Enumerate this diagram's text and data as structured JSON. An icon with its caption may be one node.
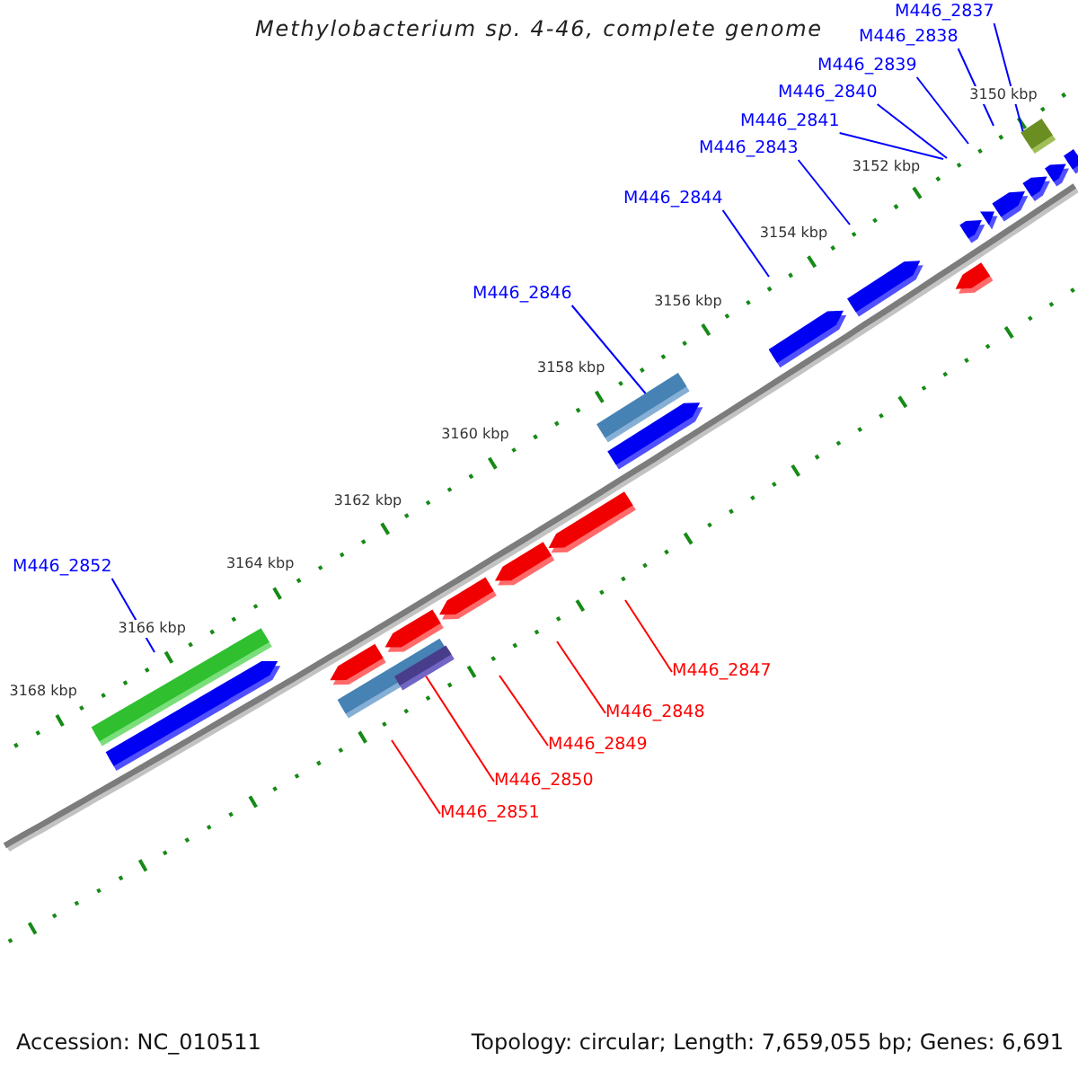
{
  "diagram": {
    "title": "Methylobacterium sp. 4-46, complete genome",
    "nodes": [
      {
        "text": [
          "M446_2837"
        ]
      },
      {
        "text": [
          "M446_2838"
        ]
      },
      {
        "text": [
          "M446_2839"
        ]
      },
      {
        "text": [
          "M446_2840"
        ]
      },
      {
        "text": [
          "M446_2841"
        ]
      },
      {
        "text": [
          "M446_2843"
        ]
      },
      {
        "text": [
          "M446_2844"
        ]
      },
      {
        "text": [
          "M446_2846"
        ]
      },
      {
        "text": [
          "M446_2852"
        ]
      },
      {
        "text": [
          "M446_2847"
        ]
      },
      {
        "text": [
          "M446_2848"
        ]
      },
      {
        "text": [
          "M446_2849"
        ]
      },
      {
        "text": [
          "M446_2850"
        ]
      },
      {
        "text": [
          "M446_2851"
        ]
      },
      {
        "text": [],
        "shape": "bar"
      },
      {
        "text": [],
        "shape": "bar"
      },
      {
        "text": [],
        "shape": "pentagon"
      },
      {
        "text": [],
        "shape": "pentagon"
      },
      {
        "text": [],
        "shape": "pentagon"
      },
      {
        "text": [],
        "shape": "pentagon"
      },
      {
        "text": [],
        "shape": "pentagon"
      },
      {
        "text": [],
        "shape": "pentagon"
      },
      {
        "text": [],
        "shape": "pentagon"
      },
      {
        "text": [],
        "shape": "pentagon"
      },
      {
        "text": [],
        "shape": "bar"
      },
      {
        "text": [],
        "shape": "pentagon"
      },
      {
        "text": [],
        "shape": "pentagon"
      },
      {
        "text": [],
        "shape": "pentagon"
      },
      {
        "text": [],
        "shape": "pentagon"
      },
      {
        "text": [],
        "shape": "pentagon"
      },
      {
        "text": [],
        "shape": "bar"
      },
      {
        "text": [],
        "shape": "pentagon"
      },
      {
        "text": [],
        "shape": "bar"
      },
      {
        "text": [],
        "shape": "bar"
      },
      {
        "text": [],
        "shape": "pentagon"
      }
    ],
    "edges": [
      {
        "from": 0,
        "to": 14,
        "arrow": "none"
      },
      {
        "from": 1,
        "to": null,
        "arrow": "none"
      },
      {
        "from": 2,
        "to": null,
        "arrow": "none"
      },
      {
        "from": 3,
        "to": null,
        "arrow": "none"
      },
      {
        "from": 4,
        "to": null,
        "arrow": "none"
      },
      {
        "from": 5,
        "to": null,
        "arrow": "none"
      },
      {
        "from": 6,
        "to": null,
        "arrow": "none"
      },
      {
        "from": 7,
        "to": 24,
        "arrow": "none"
      },
      {
        "from": 8,
        "to": null,
        "arrow": "none"
      },
      {
        "from": 9,
        "to": null,
        "arrow": "none",
        "color": "#ff0000"
      },
      {
        "from": 10,
        "to": null,
        "arrow": "none",
        "color": "#ff0000"
      },
      {
        "from": 11,
        "to": null,
        "arrow": "none",
        "color": "#ff0000"
      },
      {
        "from": 12,
        "to": 30,
        "arrow": "none",
        "color": "#ff0000"
      },
      {
        "from": 13,
        "to": null,
        "arrow": "none",
        "color": "#ff0000"
      }
    ],
    "labels": [
      "3150 kbp",
      "3152 kbp",
      "3154 kbp",
      "3156 kbp",
      "3158 kbp",
      "3160 kbp",
      "3162 kbp",
      "3164 kbp",
      "3166 kbp",
      "3168 kbp",
      "Accession: NC_010511",
      "Topology: circular; Length: 7,659,055 bp; Genes: 6,691"
    ]
  }
}
